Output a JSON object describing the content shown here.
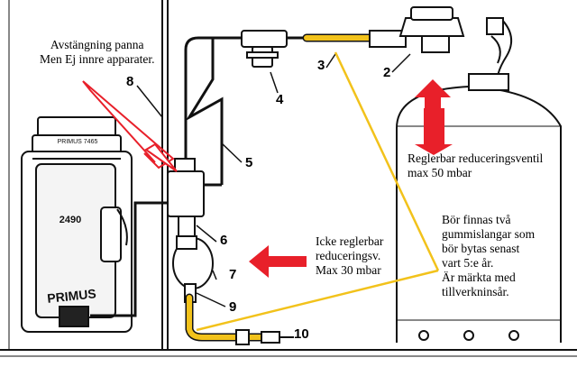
{
  "colors": {
    "line": "#111111",
    "hose_yellow": "#f2c21b",
    "callout_yellow": "#f2c21b",
    "arrow_red": "#e8202a",
    "paper": "#ffffff"
  },
  "icons": [
    "gas-cylinder-icon",
    "primus-heater-icon",
    "pressure-regulator-icon",
    "red-arrow-icon"
  ],
  "annotations": {
    "shutoff_line1": "Avstängning panna",
    "shutoff_line2": "Men Ej innre apparater.",
    "adjustable_line1": "Reglerbar reduceringsventil",
    "adjustable_line2": "max 50 mbar",
    "fixed_line1": "Icke reglerbar",
    "fixed_line2": "reduceringsv.",
    "fixed_line3": "Max 30 mbar",
    "hose_line1": "Bör finnas två",
    "hose_line2": "gummislangar som",
    "hose_line3": "bör bytas senast",
    "hose_line4": "vart 5:e år.",
    "hose_line5": "Är märkta med",
    "hose_line6": "tillverkninsår."
  },
  "callouts": {
    "n2": "2",
    "n3": "3",
    "n4": "4",
    "n5": "5",
    "n6": "6",
    "n7": "7",
    "n8": "8",
    "n9": "9",
    "n10": "10"
  },
  "device_text": {
    "heater_model": "2490",
    "heater_brand": "PRIMUS",
    "heater_plate": "PRIMUS 7465"
  }
}
